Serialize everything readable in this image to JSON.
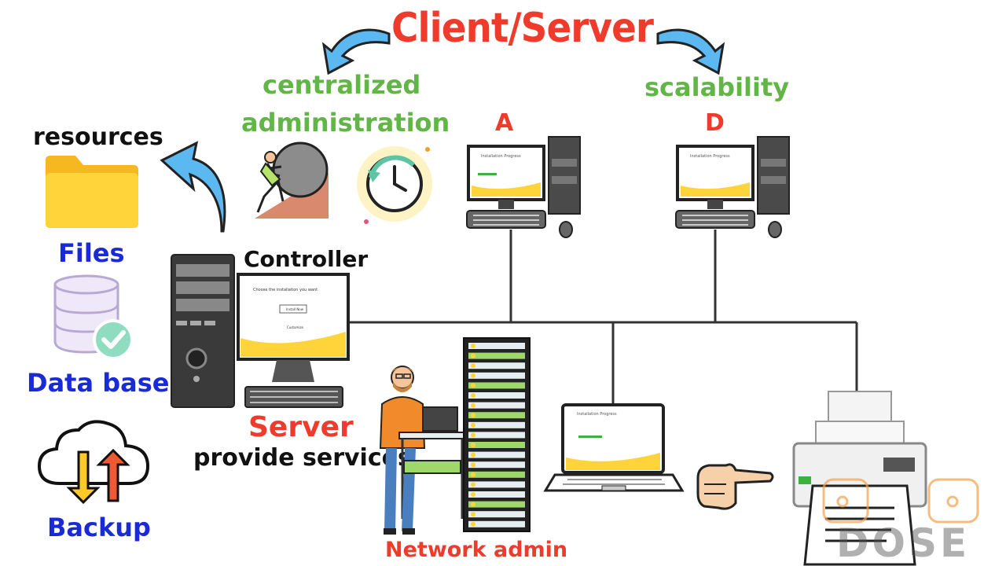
{
  "title": "Client/Server",
  "features": {
    "left_line1": "centralized",
    "left_line2": "administration",
    "right": "scalability"
  },
  "client_labels": {
    "a": "A",
    "d": "D"
  },
  "resources": {
    "heading": "resources",
    "items": [
      "Files",
      "Data bases",
      "Backup"
    ]
  },
  "server": {
    "controller_label": "Controller",
    "name": "Server",
    "role": "provide services"
  },
  "admin_label": "Network admin",
  "screens": {
    "installer_title": "Choose the installation you want",
    "installer_button": "Install Now",
    "installer_customize": "Customize",
    "client_title": "Installation Progress"
  },
  "watermark": "DOSE",
  "colors": {
    "title": "#ee3b2b",
    "feature": "#62b547",
    "resource": "#1a2bd6",
    "arrow": "#5bb8f0",
    "folder": "#ffc928"
  }
}
